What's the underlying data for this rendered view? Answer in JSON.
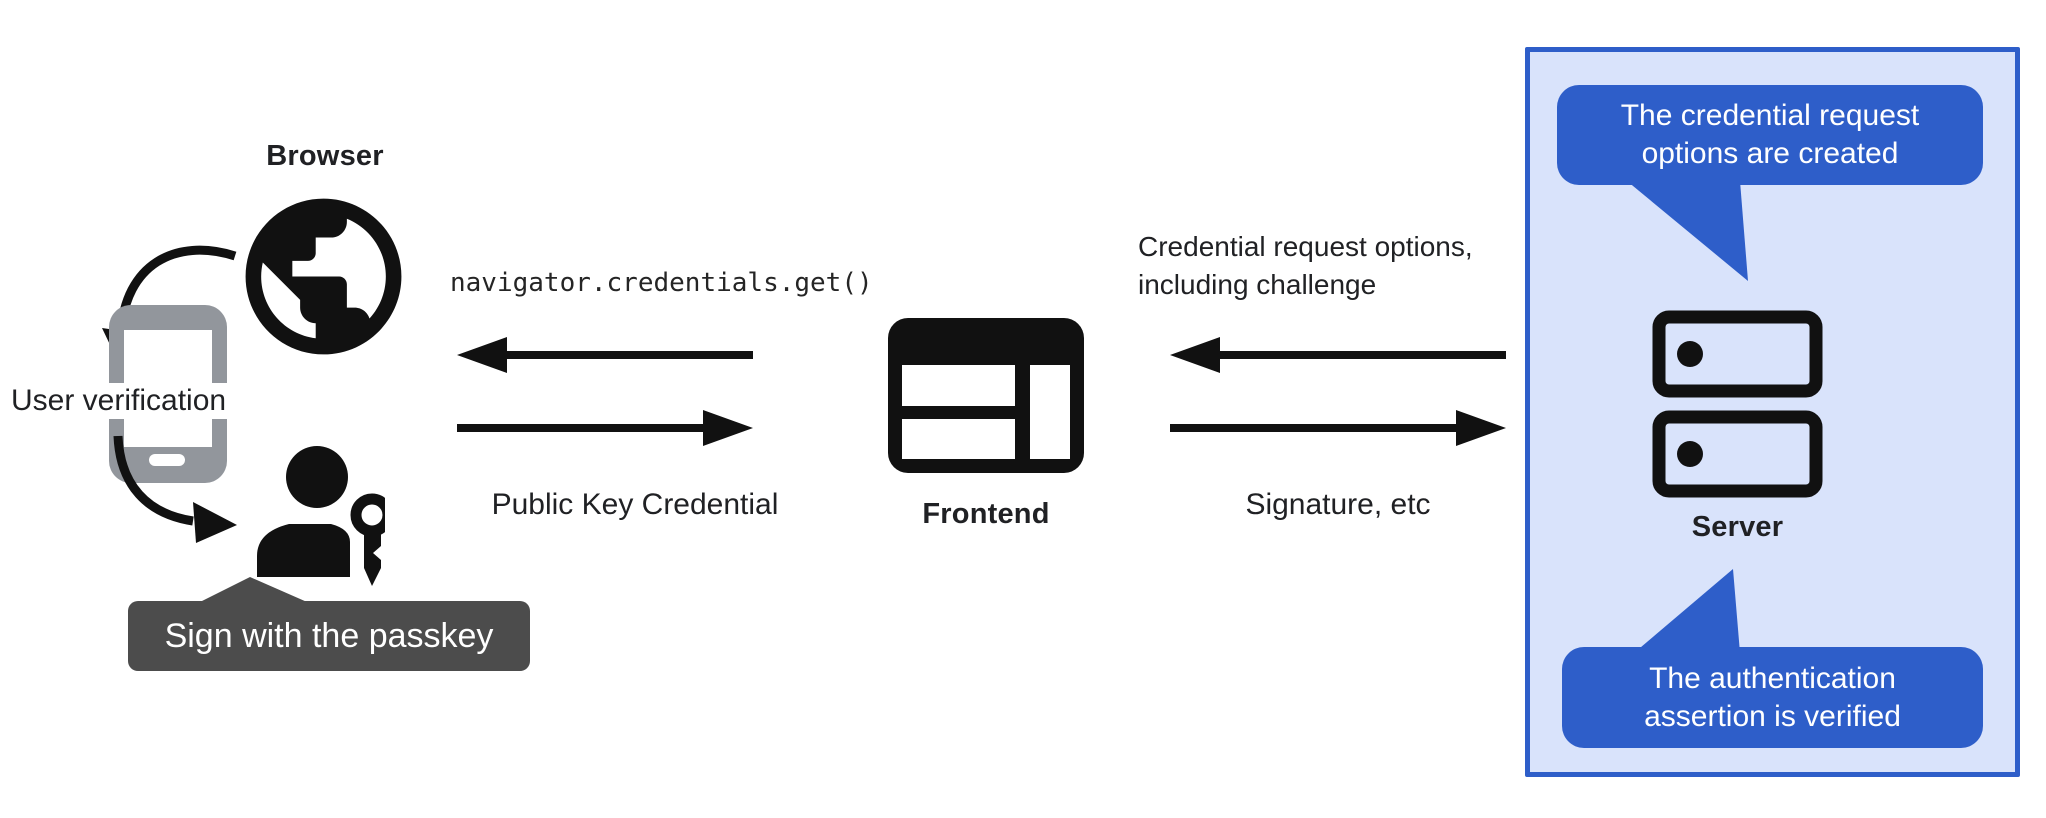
{
  "colors": {
    "bubble-blue": "#2e5ec9",
    "panel-fill": "#d9e3fb",
    "tooltip-gray": "#4c4c4c",
    "phone-gray": "#92969c",
    "ink": "#202124"
  },
  "browser": {
    "label": "Browser",
    "user_verification_label": "User verification",
    "tooltip_text": "Sign with the passkey"
  },
  "frontend": {
    "label": "Frontend"
  },
  "server": {
    "label": "Server",
    "bubble_top": "The credential request\noptions are created",
    "bubble_bottom": "The authentication\nassertion is verified"
  },
  "messages": {
    "get_call": "navigator.credentials.get()",
    "public_key_credential": "Public Key Credential",
    "credential_request_options": "Credential request options,\nincluding challenge",
    "signature": "Signature, etc"
  }
}
